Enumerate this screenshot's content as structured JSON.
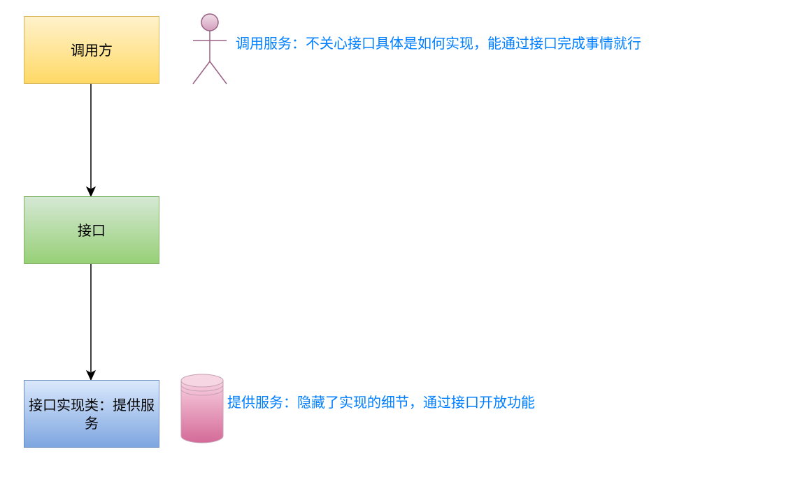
{
  "nodes": {
    "caller": {
      "label": "调用方"
    },
    "interface": {
      "label": "接口"
    },
    "implementation": {
      "label": "接口实现类：提供服务"
    }
  },
  "annotations": {
    "caller_note": "调用服务：不关心接口具体是如何实现，能通过接口完成事情就行",
    "provider_note": "提供服务：隐藏了实现的细节，通过接口开放功能"
  },
  "icons": {
    "caller_icon": "actor-icon",
    "provider_icon": "database-icon"
  },
  "colors": {
    "note_text": "#007fff",
    "caller_fill_top": "#fff2cc",
    "caller_fill_bottom": "#ffd966",
    "interface_fill_top": "#d5e8d4",
    "interface_fill_bottom": "#97d077",
    "impl_fill_top": "#dae8fc",
    "impl_fill_bottom": "#7ea6e0",
    "actor_fill": "#e6d0de",
    "actor_stroke": "#996185",
    "db_fill_top": "#f7c7da",
    "db_fill_bottom": "#d5739d"
  }
}
